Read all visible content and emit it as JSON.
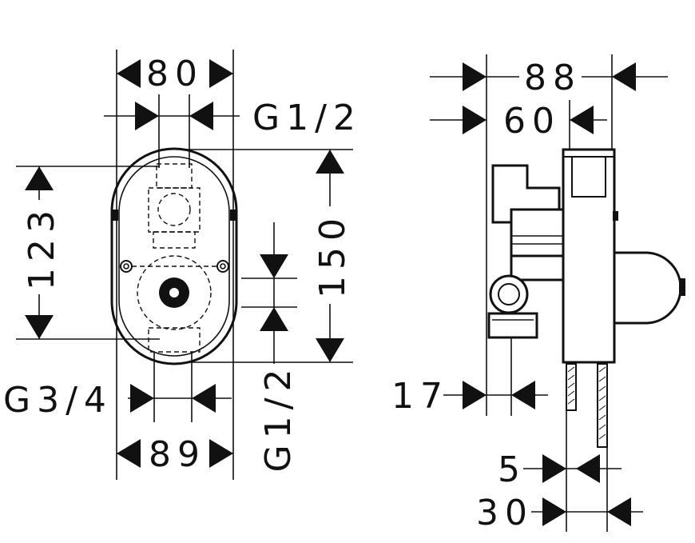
{
  "front_view": {
    "width_top": "80",
    "connection_top": "G1/2",
    "height_left": "123",
    "height_right": "150",
    "connection_right": "G1/2",
    "connection_bottom": "G3/4",
    "width_bottom": "89"
  },
  "side_view": {
    "depth_total": "88",
    "depth_body": "60",
    "offset_bottom": "17",
    "tube_min": "5",
    "tube_max": "30"
  }
}
